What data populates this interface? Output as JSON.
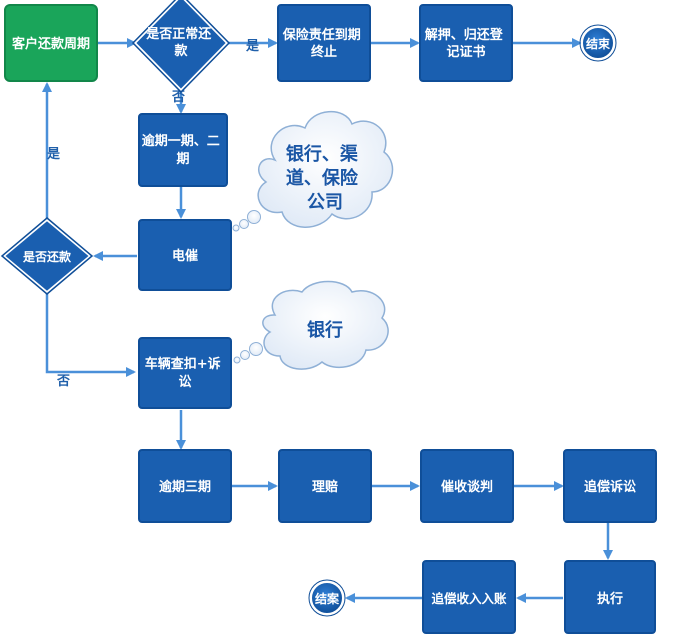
{
  "colors": {
    "box_blue": "#1a5fb0",
    "box_border": "#0f4e98",
    "green": "#1aa55a",
    "arrow": "#4a90d9",
    "cloud_fill": "#eef4fb",
    "cloud_text": "#1a56a5"
  },
  "nodes": {
    "start": "客户还款周期",
    "repay_normal": [
      "是否正常还",
      "款"
    ],
    "insurance_end": [
      "保险责任到期",
      "终止"
    ],
    "release": [
      "解押、归还登",
      "记证书"
    ],
    "end_top": "结束",
    "overdue_1_2": [
      "逾期一期、二",
      "期"
    ],
    "phone_collect": "电催",
    "did_repay": "是否还款",
    "seize_lawsuit": [
      "车辆查扣+诉",
      "讼"
    ],
    "overdue_3": "逾期三期",
    "claim": "理赔",
    "negotiate": "催收谈判",
    "recovery_lawsuit": "追偿诉讼",
    "execute": "执行",
    "recovery_income": "追偿收入入账",
    "end_bottom": "结案"
  },
  "edge_labels": {
    "yes_right": "是",
    "no_down": "否",
    "yes_up": "是",
    "no_bottom": "否"
  },
  "clouds": {
    "cloud1": [
      "银行、渠",
      "道、保险",
      "公司"
    ],
    "cloud2": [
      "银行"
    ]
  }
}
